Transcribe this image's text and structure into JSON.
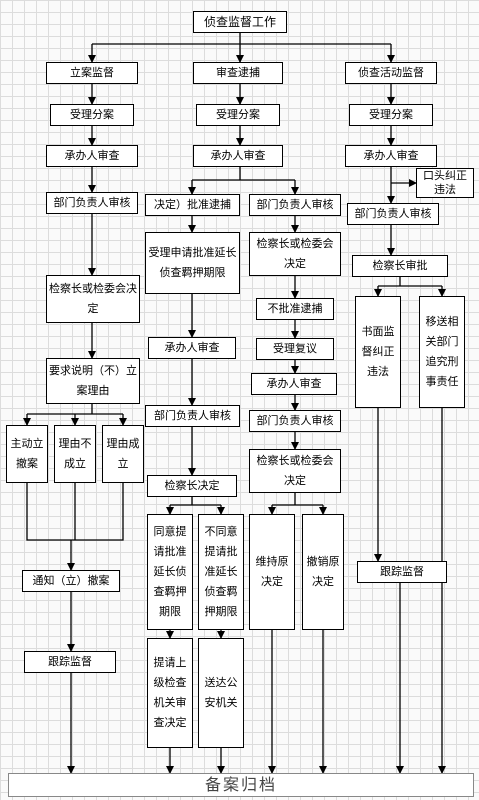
{
  "flowchart": {
    "title": "侦查监督工作",
    "columns": {
      "filing": "立案监督",
      "arrest": "审查逮捕",
      "investigation": "侦查活动监督"
    },
    "left": {
      "accept": "受理分案",
      "review": "承办人审查",
      "dept_head": "部门负责人审核",
      "decision": "检察长或检委会决定",
      "require_explain": "要求说明（不）立案理由",
      "self_filing": "主动立撤案",
      "reason_invalid": "理由不成立",
      "reason_valid": "理由成立",
      "notify": "通知（立）撤案",
      "track": "跟踪监督"
    },
    "middle": {
      "accept": "受理分案",
      "review": "承办人审查",
      "approve_arrest": "决定）批准逮捕",
      "dept_head": "部门负责人审核",
      "extension_request": "受理申请批准延长侦查羁押期限",
      "decision_right": "检察长或检委会决定",
      "no_arrest": "不批准逮捕",
      "reconsider": "受理复议",
      "review2": "承办人审查",
      "review3": "承办人审查",
      "dept_head2": "部门负责人审核",
      "dept_head3": "部门负责人审核",
      "chief_decision": "检察长决定",
      "decision_right2": "检察长或检委会决定",
      "agree_ext": "同意提请批准延长侦查羁押期限",
      "disagree_ext": "不同意提请批准延长侦查羁押期限",
      "maintain": "维持原决定",
      "revoke": "撤销原决定",
      "submit_superior": "提请上级检查机关审查决定",
      "send_police": "送达公安机关"
    },
    "right": {
      "accept": "受理分案",
      "review": "承办人审查",
      "oral_correction": "口头纠正违法",
      "dept_head": "部门负责人审核",
      "chief_approval": "检察长审批",
      "written_correction": "书面监督纠正违法",
      "transfer": "移送相关部门追究刑事责任",
      "track": "跟踪监督"
    },
    "final": "备案归档"
  }
}
